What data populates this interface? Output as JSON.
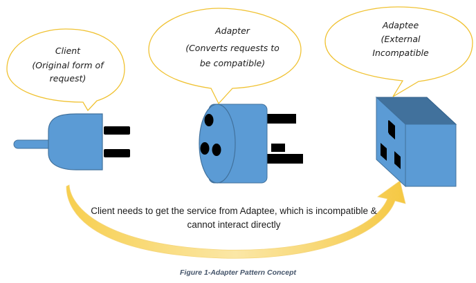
{
  "bubbles": {
    "client": {
      "title": "Client",
      "line1": "(Original form of",
      "line2": "request)"
    },
    "adapter": {
      "title": "Adapter",
      "line1": "(Converts requests to",
      "line2": "be compatible)"
    },
    "adaptee": {
      "title": "Adaptee",
      "line1": "(External",
      "line2": "Incompatible"
    }
  },
  "caption": {
    "line1": "Client needs to get the service from Adaptee, which is incompatible &",
    "line2": "cannot interact directly"
  },
  "figure_caption": "Figure 1-Adapter Pattern Concept",
  "colors": {
    "bubble_stroke": "#f0c232",
    "device_fill": "#5b9bd5",
    "device_stroke": "#41719c",
    "arrow_fill": "#f5c843",
    "prong": "#000000"
  }
}
